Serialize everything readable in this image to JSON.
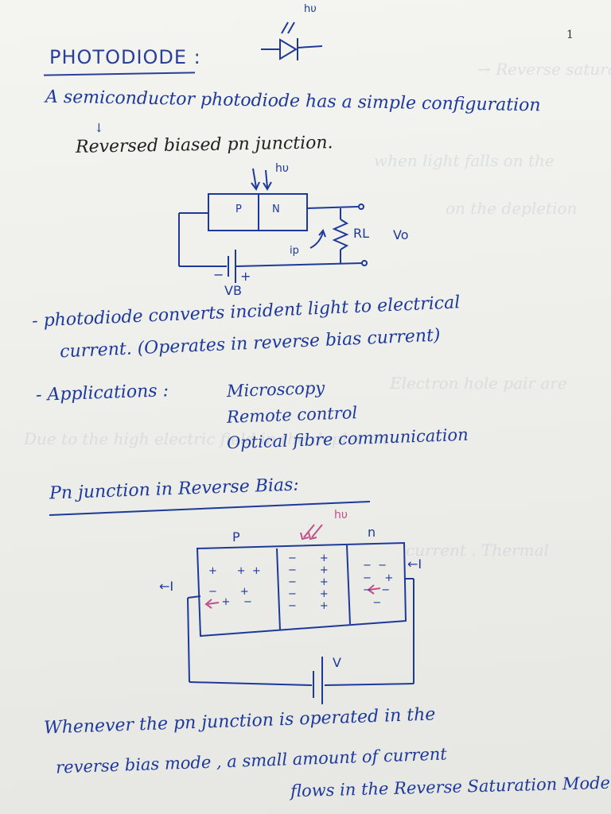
{
  "page_number": "1",
  "title": "PHOTODIODE :",
  "symbol_label": "hυ",
  "intro_line": "A semiconductor photodiode has a simple configuration",
  "arrow": "↓",
  "intro_sub": "Reversed biased pn junction.",
  "circuit1": {
    "light": "hυ",
    "p": "P",
    "n": "N",
    "rl": "RL",
    "vo": "Vo",
    "ip": "ip",
    "minus": "−",
    "plus": "+",
    "vb": "VB"
  },
  "bullet1_line1": "- photodiode converts incident light to electrical",
  "bullet1_line2": "current. (Operates in reverse bias current)",
  "bullet2_label": "- Applications :",
  "applications": [
    "Microscopy",
    "Remote control",
    "Optical fibre communication"
  ],
  "section_heading": "Pn junction in Reverse Bias:",
  "circuit2": {
    "light": "hυ",
    "p": "P",
    "n": "n",
    "left_current": "←I",
    "right_current": "←I",
    "v": "V"
  },
  "bottom_line1": "Whenever the pn junction is operated in the",
  "bottom_line2": "reverse bias mode , a small amount of current",
  "bottom_line3": "flows in the Reverse Saturation Mode"
}
